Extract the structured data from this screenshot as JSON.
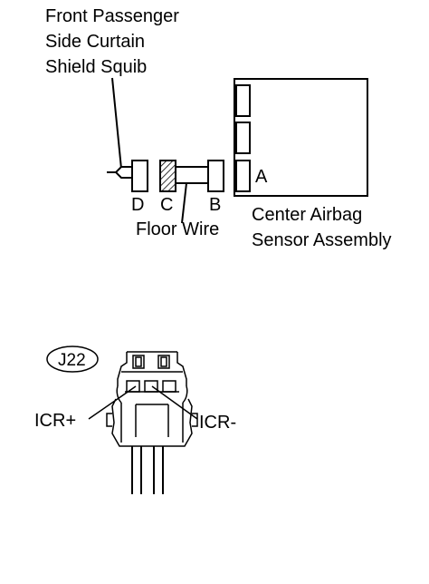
{
  "top_diagram": {
    "squib_label": [
      "Front Passenger",
      "Side Curtain",
      "Shield Squib"
    ],
    "connector_d": "D",
    "connector_c": "C",
    "connector_b": "B",
    "connector_a": "A",
    "floor_wire": "Floor Wire",
    "sensor_label": [
      "Center Airbag",
      "Sensor Assembly"
    ]
  },
  "bottom_diagram": {
    "connector_id": "J22",
    "pin_positive": "ICR+",
    "pin_negative": "ICR-"
  }
}
